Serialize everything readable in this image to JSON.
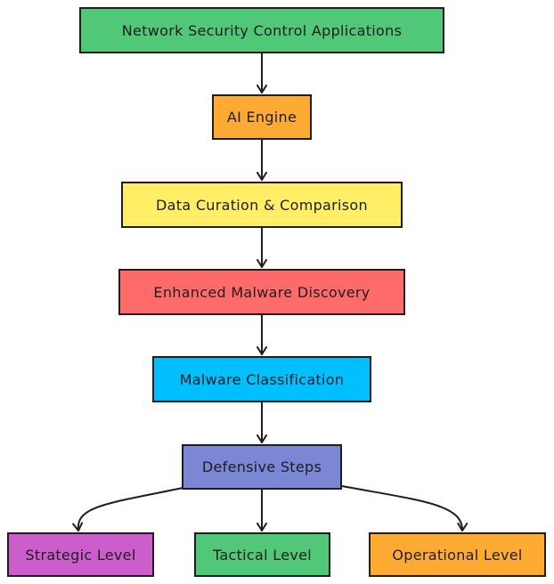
{
  "diagram": {
    "nodes": {
      "network_security": {
        "label": "Network Security Control Applications",
        "color": "#50c878"
      },
      "ai_engine": {
        "label": "AI Engine",
        "color": "#ffaa33"
      },
      "data_curation": {
        "label": "Data Curation & Comparison",
        "color": "#ffee66"
      },
      "malware_discovery": {
        "label": "Enhanced Malware Discovery",
        "color": "#ff6b6b"
      },
      "malware_classification": {
        "label": "Malware Classification",
        "color": "#00bfff"
      },
      "defensive_steps": {
        "label": "Defensive Steps",
        "color": "#7b86d4"
      },
      "strategic_level": {
        "label": "Strategic Level",
        "color": "#cc5ecc"
      },
      "tactical_level": {
        "label": "Tactical Level",
        "color": "#50c878"
      },
      "operational_level": {
        "label": "Operational Level",
        "color": "#ffaa33"
      }
    },
    "edges": [
      {
        "from": "network_security",
        "to": "ai_engine"
      },
      {
        "from": "ai_engine",
        "to": "data_curation"
      },
      {
        "from": "data_curation",
        "to": "malware_discovery"
      },
      {
        "from": "malware_discovery",
        "to": "malware_classification"
      },
      {
        "from": "malware_classification",
        "to": "defensive_steps"
      },
      {
        "from": "defensive_steps",
        "to": "strategic_level"
      },
      {
        "from": "defensive_steps",
        "to": "tactical_level"
      },
      {
        "from": "defensive_steps",
        "to": "operational_level"
      }
    ]
  }
}
